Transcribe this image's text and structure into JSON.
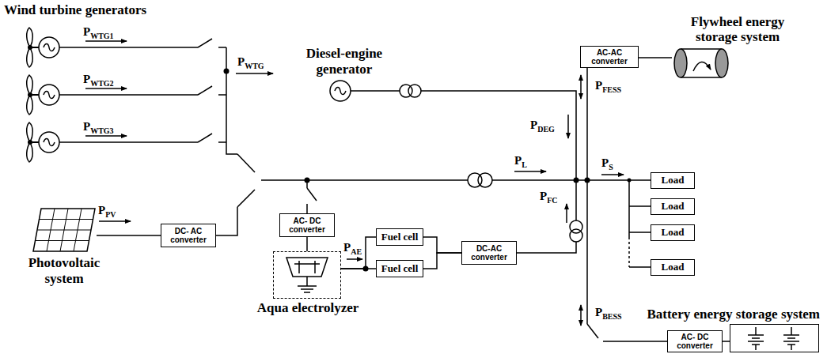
{
  "diagram": {
    "nodes": [
      {
        "text": [
          "Flywheel energy storage system"
        ]
      },
      {
        "text": [
          "AC-AC converter"
        ]
      },
      {
        "text": [
          "Load"
        ]
      },
      {
        "text": [
          "Load"
        ]
      },
      {
        "text": [
          "Load"
        ]
      },
      {
        "text": [
          "DC- AC converter"
        ]
      },
      {
        "text": [
          "AC- DC converter"
        ]
      },
      {
        "text": [
          "Fuel cell"
        ]
      },
      {
        "text": [
          "Fuel cell"
        ]
      },
      {
        "text": [
          "DC-AC converter"
        ]
      },
      {
        "text": [
          "Load"
        ]
      },
      {
        "text": [
          "Photovoltaic system"
        ]
      },
      {
        "text": [
          "Aqua electrolyzer"
        ]
      },
      {
        "text": [
          "Battery energy storage system"
        ]
      },
      {
        "text": [
          "AC- DC converter"
        ]
      }
    ],
    "edges": [
      {
        "from": 11,
        "to": 5,
        "arrow": "none"
      },
      {
        "from": 6,
        "to": 12,
        "arrow": "none"
      },
      {
        "from": 12,
        "to": 7,
        "arrow": "none"
      },
      {
        "from": 12,
        "to": 8,
        "arrow": "none"
      },
      {
        "from": 7,
        "to": 9,
        "arrow": "none"
      },
      {
        "from": 8,
        "to": 9,
        "arrow": "none"
      },
      {
        "from": 1,
        "to": 0,
        "arrow": "none"
      },
      {
        "from": 14,
        "to": 13,
        "arrow": "none"
      }
    ],
    "labels": [
      "Wind turbine generators",
      "PWTG1",
      "PWTG2",
      "PWTG3",
      "PWTG",
      "PPV",
      "Diesel-engine generator",
      "PDEG",
      "PL",
      "PAE",
      "PFC",
      "PFESS",
      "PS",
      "PBESS"
    ]
  }
}
